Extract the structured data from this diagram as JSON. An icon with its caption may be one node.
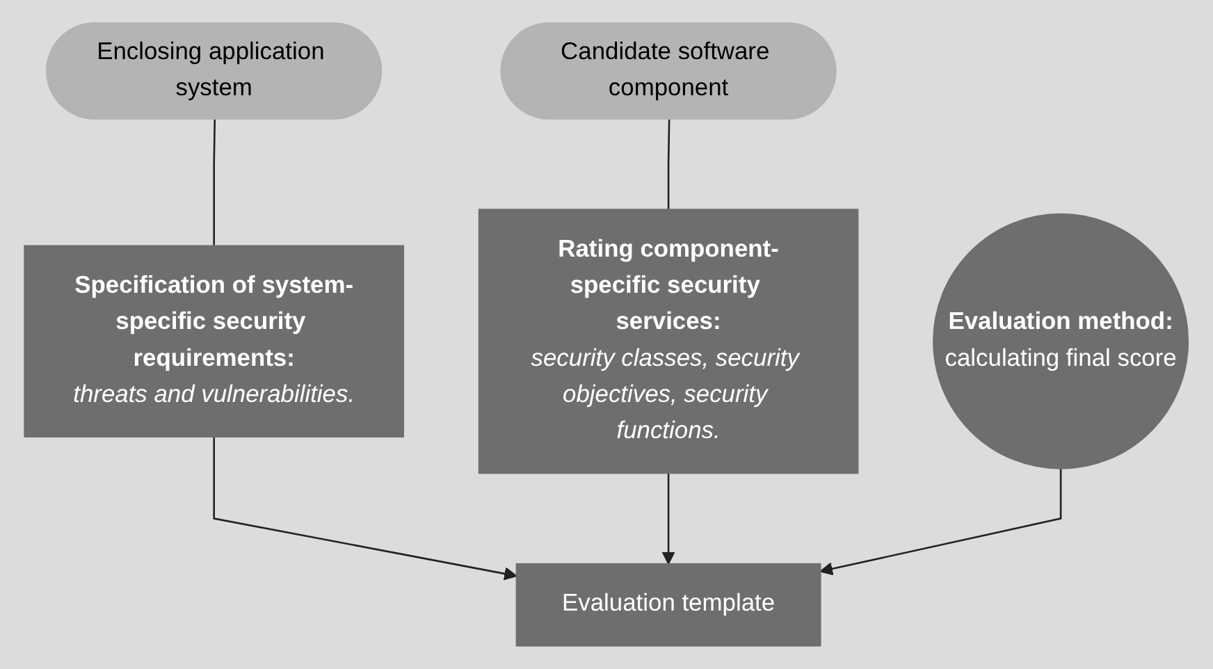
{
  "diagram": {
    "nodes": [
      {
        "text": [
          "Enclosing application system"
        ]
      },
      {
        "text": [
          "Candidate software component"
        ]
      },
      {
        "text": [
          "Specification of system-specific security requirements:",
          "threats and vulnerabilities."
        ]
      },
      {
        "text": [
          "Evaluation template"
        ]
      },
      {
        "text": [
          "Rating component-specific security services:",
          "security classes, security objectives, security functions."
        ]
      },
      {
        "text": [
          "Evaluation method:",
          "calculating final score"
        ]
      }
    ],
    "edges": [
      {
        "from": 0,
        "to": 2,
        "arrow": "none"
      },
      {
        "from": 1,
        "to": 4,
        "arrow": "none"
      },
      {
        "from": 2,
        "to": 3,
        "arrow": "to"
      },
      {
        "from": 4,
        "to": 3,
        "arrow": "to"
      },
      {
        "from": 5,
        "to": 3,
        "arrow": "to"
      }
    ]
  }
}
